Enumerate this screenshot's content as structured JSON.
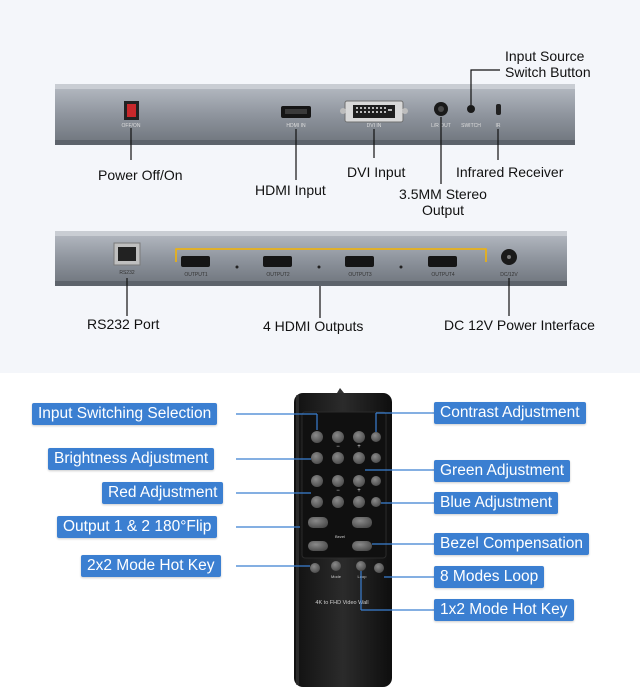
{
  "device_labels": {
    "input_source_switch": "Input Source\nSwitch Button",
    "power": "Power Off/On",
    "hdmi_input": "HDMI Input",
    "dvi_input": "DVI Input",
    "infrared_receiver": "Infrared Receiver",
    "stereo_output": "3.5MM Stereo\nOutput",
    "rs232": "RS232 Port",
    "hdmi_outputs": "4 HDMI Outputs",
    "dc_power": "DC 12V Power Interface"
  },
  "panel_print": {
    "off_on": "OFF/ON",
    "hdmi_in": "HDMI IN",
    "dvi_in": "DVI IN",
    "lr_out": "L/R OUT",
    "switch": "SWITCH",
    "ir": "IR",
    "rs232": "RS232",
    "output1": "OUTPUT1",
    "output2": "OUTPUT2",
    "output3": "OUTPUT3",
    "output4": "OUTPUT4",
    "dc12v": "DC/12V"
  },
  "remote_print": {
    "bezel": "Bezel",
    "mode": "Mode",
    "loop": "Loop",
    "bottom_text": "4K to FHD Video Wall"
  },
  "remote_callouts": {
    "input_switching": "Input Switching Selection",
    "brightness": "Brightness Adjustment",
    "red": "Red Adjustment",
    "flip": "Output 1 & 2 180°Flip",
    "mode_2x2": "2x2 Mode Hot Key",
    "contrast": "Contrast Adjustment",
    "green": "Green Adjustment",
    "blue": "Blue Adjustment",
    "bezel": "Bezel Compensation",
    "modes_loop": "8 Modes Loop",
    "mode_1x2": "1x2 Mode Hot Key"
  },
  "colors": {
    "callout_blue": "#3b7fd1",
    "device_gray": "#8a9099",
    "remote_black": "#1c1c1c"
  }
}
